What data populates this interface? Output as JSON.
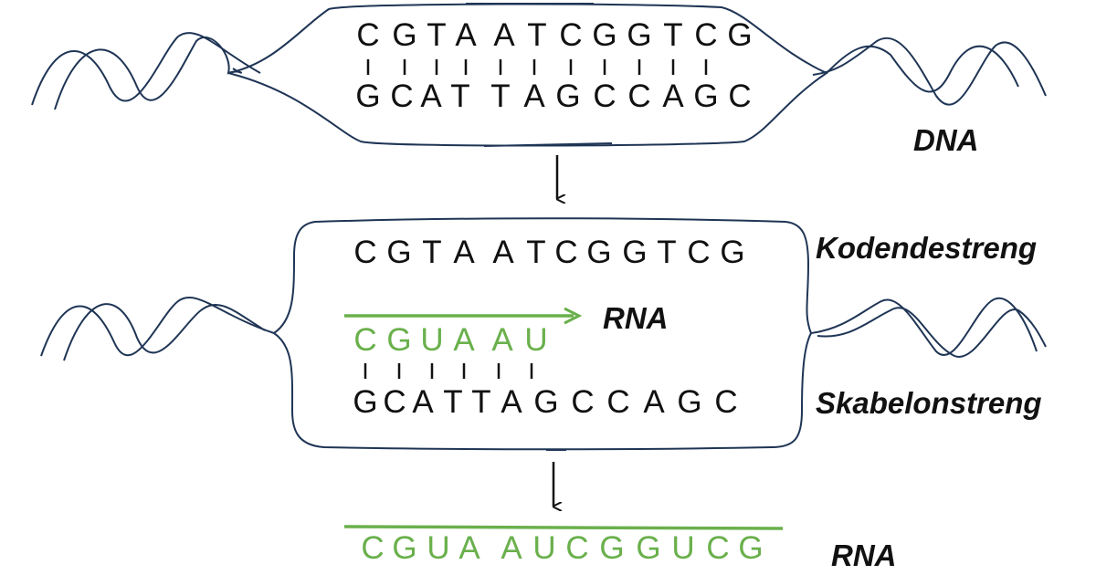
{
  "colors": {
    "outline": "#1f3555",
    "text": "#111111",
    "rna_green": "#6ab04c"
  },
  "dna": {
    "top_strand": [
      "C",
      "G",
      "T",
      "A",
      "A",
      "T",
      "C",
      "G",
      "G",
      "T",
      "C",
      "G"
    ],
    "bottom_strand": [
      "G",
      "C",
      "A",
      "T",
      "T",
      "A",
      "G",
      "C",
      "C",
      "A",
      "G",
      "C"
    ],
    "label": "DNA"
  },
  "transcription": {
    "coding_strand": [
      "C",
      "G",
      "T",
      "A",
      "A",
      "T",
      "C",
      "G",
      "G",
      "T",
      "C",
      "G"
    ],
    "coding_label": "Kodendestreng",
    "rna_partial": [
      "C",
      "G",
      "U",
      "A",
      "A",
      "U"
    ],
    "rna_label": "RNA",
    "template_strand": [
      "G",
      "C",
      "A",
      "T",
      "T",
      "A",
      "G",
      "C",
      "C",
      "A",
      "G",
      "C"
    ],
    "template_label": "Skabelonstreng"
  },
  "result": {
    "rna": [
      "C",
      "G",
      "U",
      "A",
      "A",
      "U",
      "C",
      "G",
      "G",
      "U",
      "C",
      "G"
    ],
    "label": "RNA"
  }
}
